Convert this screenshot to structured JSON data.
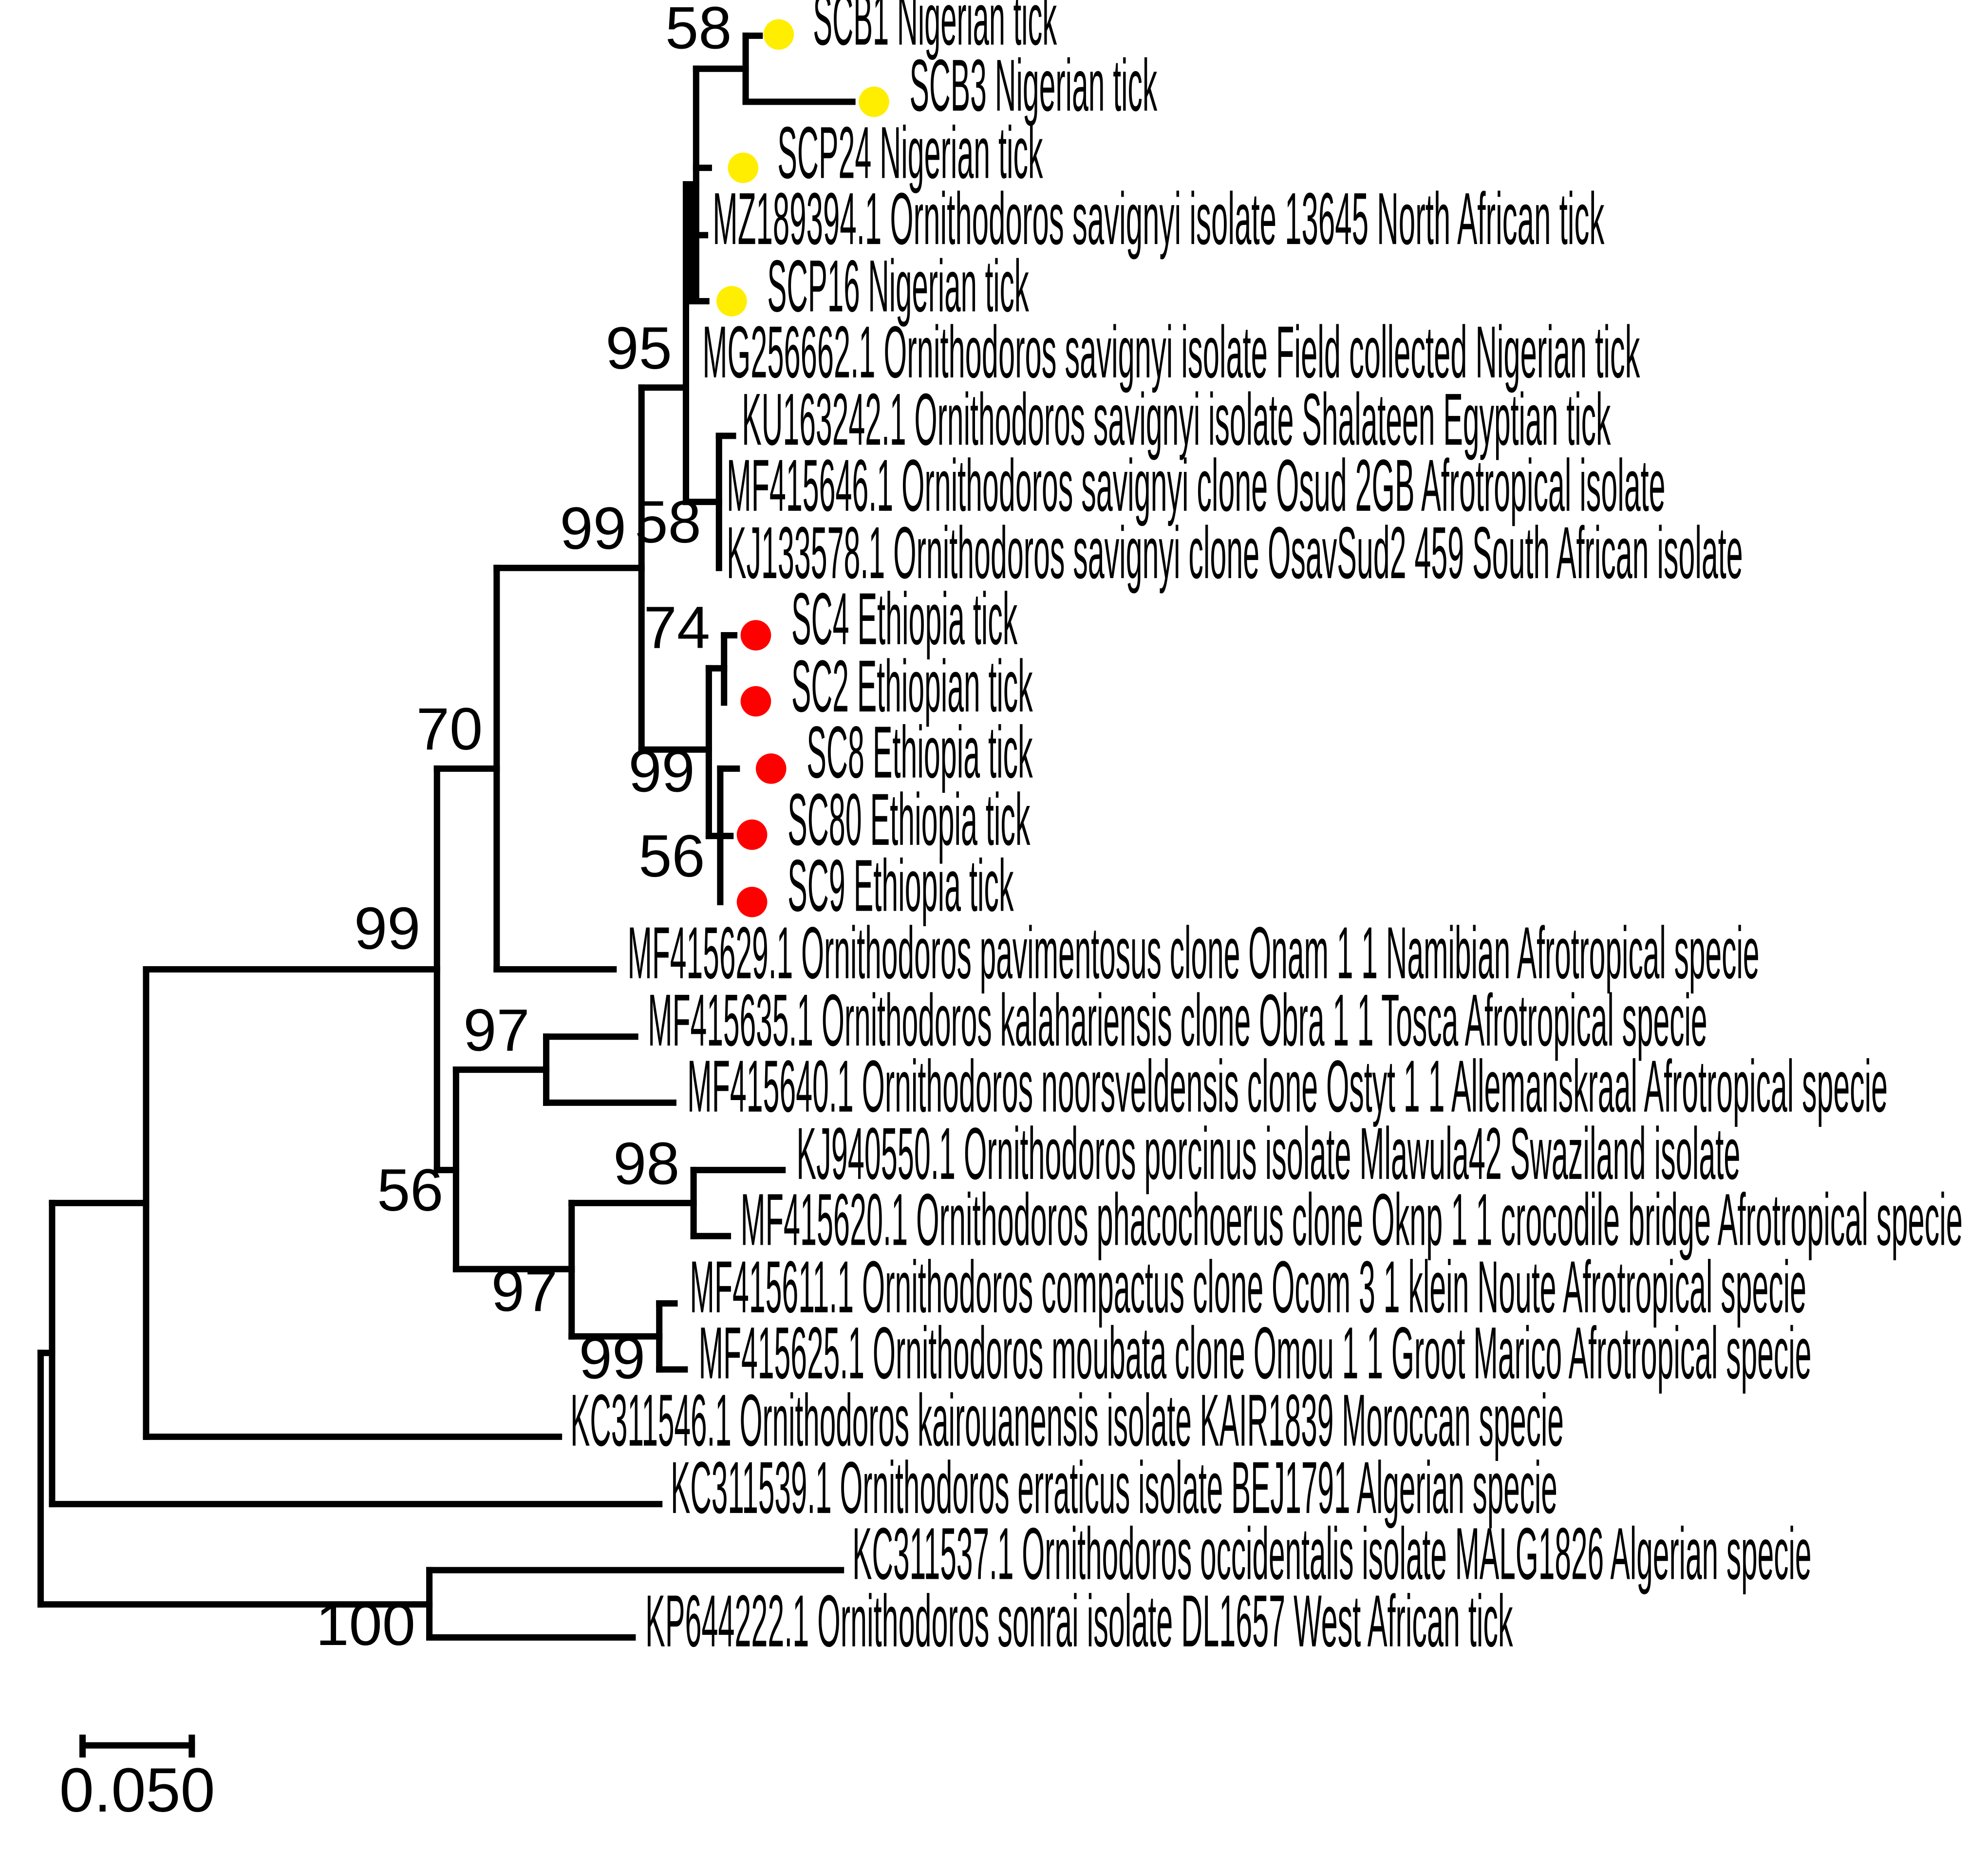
{
  "colors": {
    "line": "#000000",
    "nigerian_marker": "#ffee00",
    "ethiopian_marker": "#ff0000"
  },
  "tips": [
    {
      "label": "SCB1 Nigerian tick",
      "marker": "yellow"
    },
    {
      "label": "SCB3 Nigerian tick",
      "marker": "yellow"
    },
    {
      "label": "SCP24 Nigerian tick",
      "marker": "yellow"
    },
    {
      "label": "MZ189394.1 Ornithodoros savignyi isolate 13645 North African tick",
      "marker": null
    },
    {
      "label": "SCP16 Nigerian tick",
      "marker": "yellow"
    },
    {
      "label": "MG256662.1 Ornithodoros savignyi isolate Field collected Nigerian tick",
      "marker": null
    },
    {
      "label": "KU163242.1 Ornithodoros savignyi isolate Shalateen Egyptian tick",
      "marker": null
    },
    {
      "label": "MF415646.1 Ornithodoros savignyi clone Osud 2GB Afrotropical isolate",
      "marker": null
    },
    {
      "label": "KJ133578.1 Ornithodoros savignyi clone OsavSud2 459 South African isolate",
      "marker": null
    },
    {
      "label": "SC4 Ethiopia tick",
      "marker": "red"
    },
    {
      "label": "SC2 Ethiopian tick",
      "marker": "red"
    },
    {
      "label": "SC8 Ethiopia tick",
      "marker": "red"
    },
    {
      "label": "SC80 Ethiopia tick",
      "marker": "red"
    },
    {
      "label": "SC9 Ethiopia tick",
      "marker": "red"
    },
    {
      "label": "MF415629.1 Ornithodoros pavimentosus clone Onam 1 1 Namibian Afrotropical specie",
      "marker": null
    },
    {
      "label": "MF415635.1 Ornithodoros kalahariensis clone Obra 1 1 Tosca Afrotropical specie",
      "marker": null
    },
    {
      "label": "MF415640.1 Ornithodoros noorsveldensis clone Ostyt 1 1 Allemanskraal Afrotropical specie",
      "marker": null
    },
    {
      "label": "KJ940550.1 Ornithodoros porcinus isolate Mlawula42 Swaziland isolate",
      "marker": null
    },
    {
      "label": "MF415620.1 Ornithodoros phacochoerus clone Oknp 1 1 crocodile bridge Afrotropical specie",
      "marker": null
    },
    {
      "label": "MF415611.1 Ornithodoros compactus clone Ocom 3 1 klein Noute Afrotropical specie",
      "marker": null
    },
    {
      "label": "MF415625.1 Ornithodoros moubata clone Omou 1 1 Groot Marico Afrotropical specie",
      "marker": null
    },
    {
      "label": "KC311546.1 Ornithodoros kairouanensis isolate KAIR1839 Moroccan specie",
      "marker": null
    },
    {
      "label": "KC311539.1 Ornithodoros erraticus isolate BEJ1791 Algerian specie",
      "marker": null
    },
    {
      "label": "KC311537.1 Ornithodoros occidentalis isolate MALG1826 Algerian specie",
      "marker": null
    },
    {
      "label": "KP644222.1 Ornithodoros sonrai isolate DL1657 West African tick",
      "marker": null
    }
  ],
  "bootstrap_values": [
    "58",
    "95",
    "58",
    "99",
    "74",
    "99",
    "56",
    "70",
    "99",
    "97",
    "56",
    "98",
    "97",
    "99",
    "100"
  ],
  "scale_bar": {
    "label": "0.050"
  }
}
